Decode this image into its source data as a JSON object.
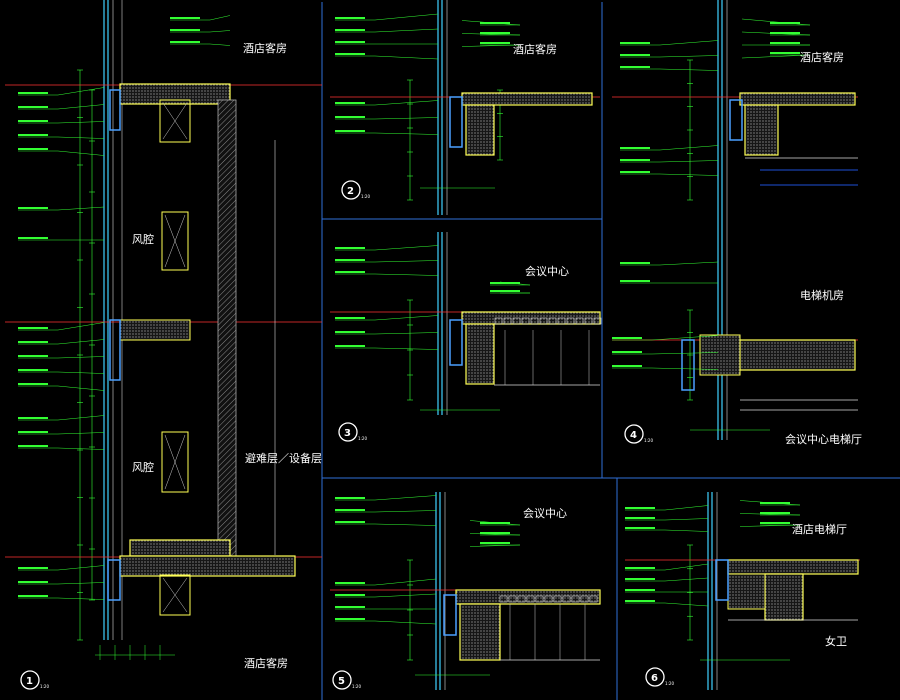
{
  "drawing": {
    "background_color": "#000000",
    "frame_color": "#2f6fd8",
    "colors": {
      "glass": "#4aa0ff",
      "mullion": "#3fd0ff",
      "slab_edge": "#ffff55",
      "leader": "#33ff33",
      "dim": "#33ff33",
      "red_level": "#ff3333",
      "hatch": "#9a9a9a",
      "text": "#ffffff",
      "dark_blue": "#1e4fd6"
    }
  },
  "details": [
    {
      "id": "d1",
      "number": "1",
      "scale": "1:20",
      "labels": [
        "酒店客房",
        "风腔",
        "风腔",
        "避难层／设备层",
        "酒店客房"
      ]
    },
    {
      "id": "d2",
      "number": "2",
      "scale": "1:20",
      "labels": [
        "酒店客房"
      ]
    },
    {
      "id": "d3",
      "number": "3",
      "scale": "1:20",
      "labels": [
        "会议中心"
      ]
    },
    {
      "id": "d4",
      "number": "4",
      "scale": "1:20",
      "labels": [
        "酒店客房",
        "电梯机房",
        "会议中心电梯厅"
      ]
    },
    {
      "id": "d5",
      "number": "5",
      "scale": "1:20",
      "labels": [
        "会议中心"
      ]
    },
    {
      "id": "d6",
      "number": "6",
      "scale": "1:20",
      "labels": [
        "酒店电梯厅",
        "女卫"
      ]
    }
  ]
}
